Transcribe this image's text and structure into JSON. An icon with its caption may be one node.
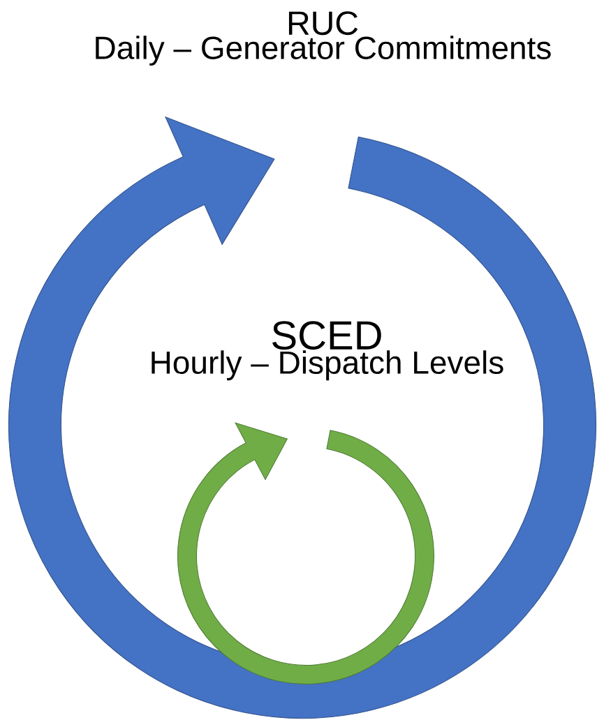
{
  "diagram": {
    "nodes": [
      {
        "text": [
          "RUC",
          "Daily – Generator Commitments"
        ]
      },
      {
        "text": [
          "SCED",
          "Hourly – Dispatch Levels"
        ]
      }
    ]
  }
}
